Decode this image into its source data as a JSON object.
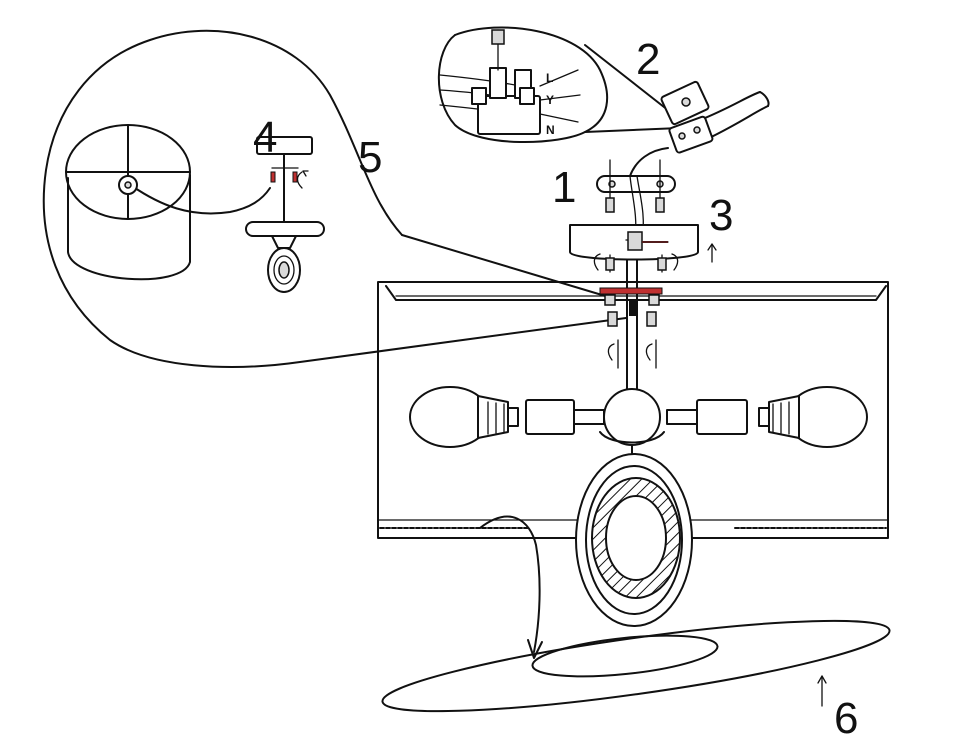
{
  "steps": [
    {
      "number": "1"
    },
    {
      "number": "2"
    },
    {
      "number": "3"
    },
    {
      "number": "4"
    },
    {
      "number": "5"
    },
    {
      "number": "6"
    }
  ],
  "wires": {
    "live": "L",
    "earth": "Y",
    "neutral": "N"
  }
}
